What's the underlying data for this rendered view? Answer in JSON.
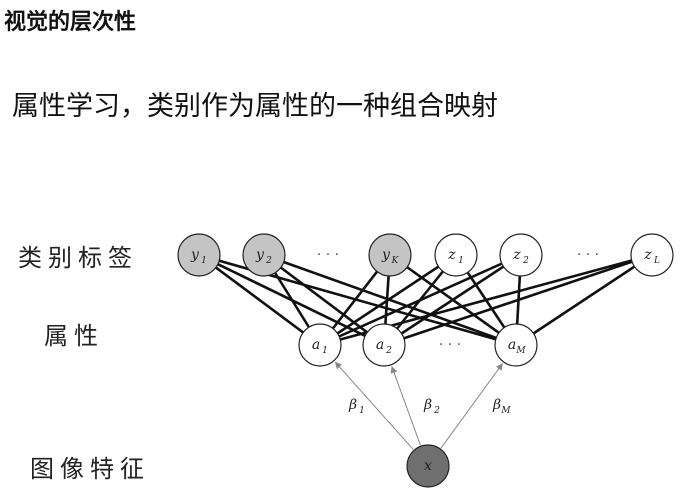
{
  "header": {
    "title": "视觉的层次性"
  },
  "main": {
    "subtitle": "属性学习，类别作为属性的一种组合映射"
  },
  "side_labels": {
    "class_labels": "类别标签",
    "attributes": "属性",
    "image_features": "图像特征"
  },
  "diagram": {
    "top_nodes": [
      {
        "id": "y1",
        "base": "y",
        "sub": "1",
        "observed": true
      },
      {
        "id": "y2",
        "base": "y",
        "sub": "2",
        "observed": true
      },
      {
        "id": "dots_y",
        "ellipsis": "· · ·"
      },
      {
        "id": "yK",
        "base": "y",
        "sub": "K",
        "observed": true
      },
      {
        "id": "z1",
        "base": "z",
        "sub": "1",
        "observed": false
      },
      {
        "id": "z2",
        "base": "z",
        "sub": "2",
        "observed": false
      },
      {
        "id": "dots_z",
        "ellipsis": "· · ·"
      },
      {
        "id": "zL",
        "base": "z",
        "sub": "L",
        "observed": false
      }
    ],
    "attr_nodes": [
      {
        "id": "a1",
        "base": "a",
        "sub": "1"
      },
      {
        "id": "a2",
        "base": "a",
        "sub": "2"
      },
      {
        "id": "dots_a",
        "ellipsis": "· · ·"
      },
      {
        "id": "aM",
        "base": "a",
        "sub": "M"
      }
    ],
    "input_node": {
      "id": "x",
      "label": "x"
    },
    "weights": [
      {
        "base": "β",
        "sub": "1"
      },
      {
        "base": "β",
        "sub": "2"
      },
      {
        "base": "β",
        "sub": "M"
      }
    ],
    "colors": {
      "observed_fill": "#c4c4c4",
      "input_fill": "#6f6f6f",
      "edge": "#111111",
      "arrow": "#888888"
    }
  }
}
